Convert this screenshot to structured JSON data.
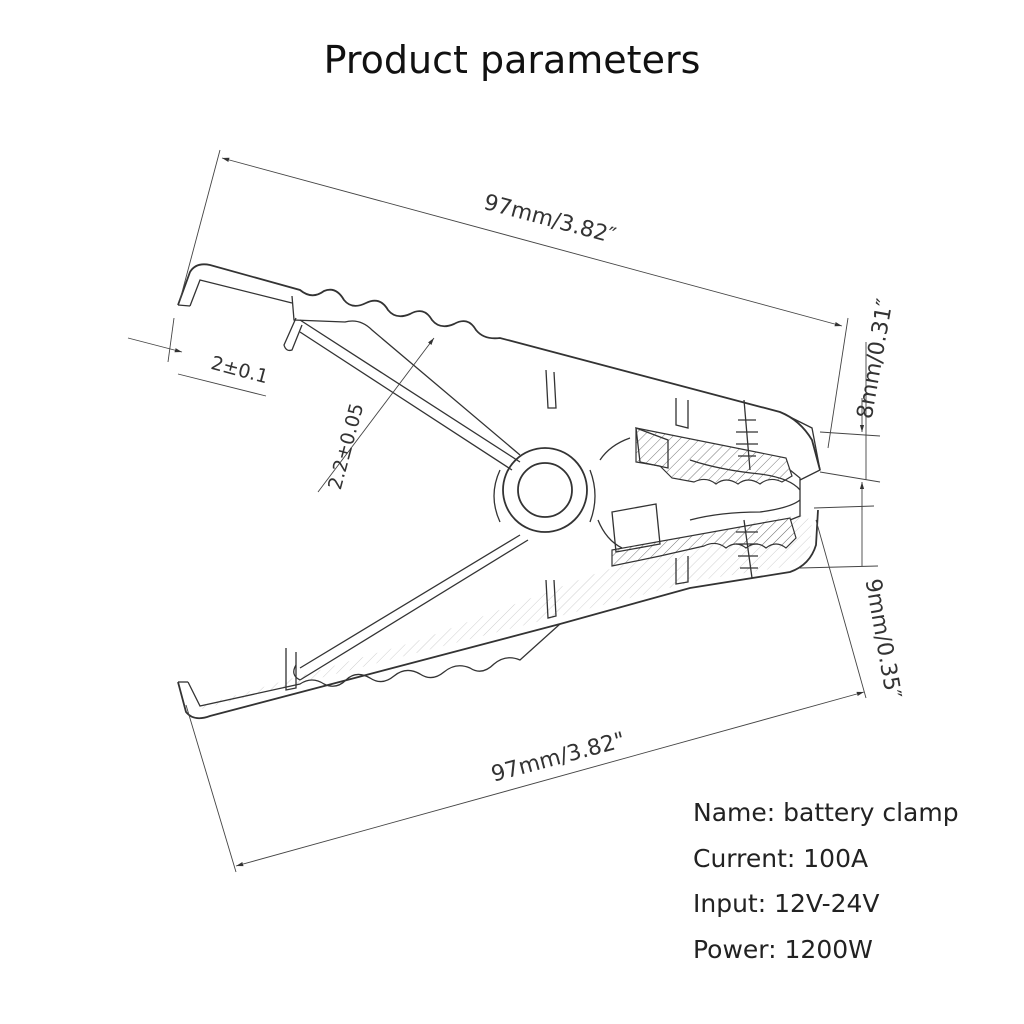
{
  "title": "Product parameters",
  "dimensions": {
    "top_length": "97mm/3.82″",
    "bottom_length": "97mm/3.82\"",
    "upper_tip": "2±0.1",
    "spring_wire": "2.2±0.05",
    "upper_jaw_height": "8mm/0.31″",
    "lower_jaw_height": "9mm/0.35″"
  },
  "specs": [
    {
      "label": "Name:",
      "value": "battery clamp"
    },
    {
      "label": "Current:",
      "value": "100A"
    },
    {
      "label": "Input:",
      "value": "12V-24V"
    },
    {
      "label": "Power:",
      "value": "1200W"
    }
  ],
  "colors": {
    "line": "#333333",
    "text": "#222222",
    "background": "#ffffff"
  }
}
